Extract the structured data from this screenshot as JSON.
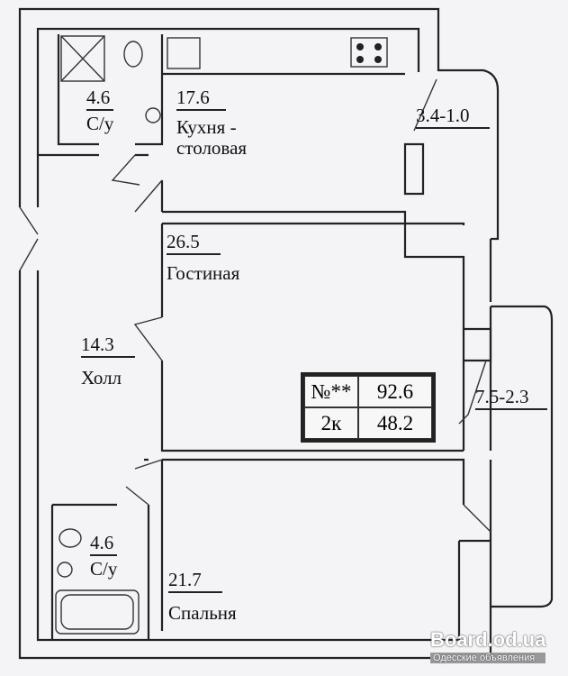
{
  "rooms": [
    {
      "area": "4.6",
      "name": "С/у"
    },
    {
      "area": "17.6",
      "name": "Кухня -",
      "name2": "столовая"
    },
    {
      "area": "3.4-1.0"
    },
    {
      "area": "26.5",
      "name": "Гостиная"
    },
    {
      "area": "14.3",
      "name": "Холл"
    },
    {
      "area": "7.5-2.3"
    },
    {
      "area": "4.6",
      "name": "С/у"
    },
    {
      "area": "21.7",
      "name": "Спальня"
    }
  ],
  "summary": {
    "number": "№**",
    "rooms": "2к",
    "total_area": "92.6",
    "living_area": "48.2"
  },
  "watermark": {
    "site": "Board.od.ua",
    "subtitle": "Одесские объявления"
  }
}
